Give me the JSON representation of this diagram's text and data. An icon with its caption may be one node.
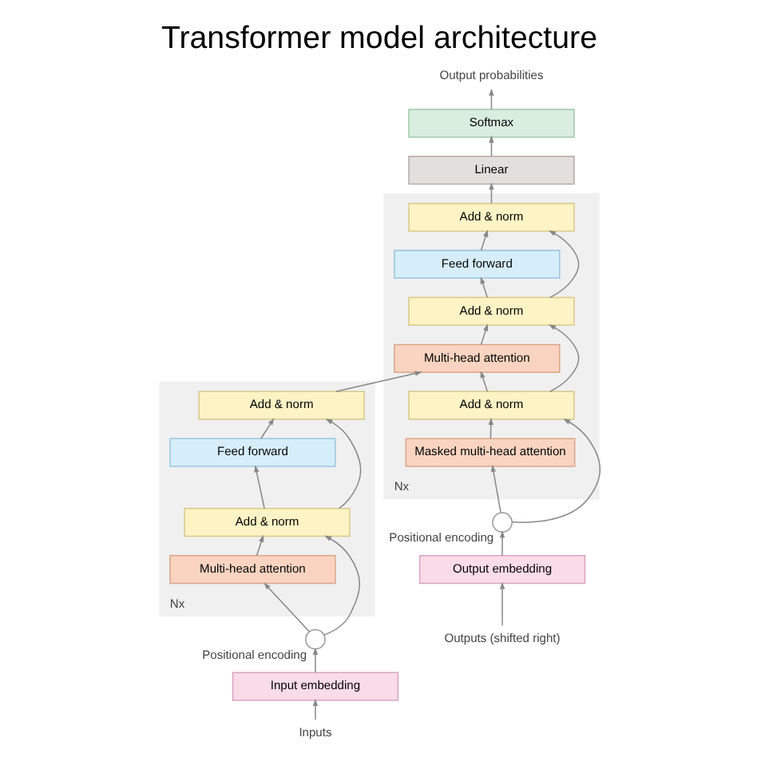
{
  "diagram": {
    "title": "Transformer model architecture",
    "nodes": [
      {
        "text": [
          "Inputs"
        ]
      },
      {
        "text": [
          "Input embedding"
        ]
      },
      {
        "text": [],
        "shape": "circle",
        "beside": [
          "Positional encoding"
        ]
      },
      {
        "text": [
          "Nx"
        ]
      },
      {
        "text": [
          "Multi-head attention"
        ],
        "in": 3
      },
      {
        "text": [
          "Add & norm"
        ],
        "in": 3
      },
      {
        "text": [
          "Feed forward"
        ],
        "in": 3
      },
      {
        "text": [
          "Add & norm"
        ],
        "in": 3
      },
      {
        "text": [
          "Outputs (shifted right)"
        ]
      },
      {
        "text": [
          "Output embedding"
        ]
      },
      {
        "text": [],
        "shape": "circle",
        "beside": [
          "Positional encoding"
        ]
      },
      {
        "text": [
          "Nx"
        ]
      },
      {
        "text": [
          "Masked multi-head attention"
        ],
        "in": 11
      },
      {
        "text": [
          "Add & norm"
        ],
        "in": 11
      },
      {
        "text": [
          "Multi-head attention"
        ],
        "in": 11
      },
      {
        "text": [
          "Add & norm"
        ],
        "in": 11
      },
      {
        "text": [
          "Feed forward"
        ],
        "in": 11
      },
      {
        "text": [
          "Add & norm"
        ],
        "in": 11
      },
      {
        "text": [
          "Linear"
        ]
      },
      {
        "text": [
          "Softmax"
        ]
      },
      {
        "text": [
          "Output probabilities"
        ]
      }
    ],
    "edges": [
      {
        "from": 0,
        "to": 1,
        "arrow": "to"
      },
      {
        "from": 1,
        "to": 2,
        "arrow": "to"
      },
      {
        "from": 2,
        "to": 4,
        "arrow": "to"
      },
      {
        "from": 2,
        "to": 5,
        "arrow": "to"
      },
      {
        "from": 4,
        "to": 5,
        "arrow": "to"
      },
      {
        "from": 5,
        "to": 6,
        "arrow": "to"
      },
      {
        "from": 5,
        "to": 7,
        "arrow": "to"
      },
      {
        "from": 6,
        "to": 7,
        "arrow": "to"
      },
      {
        "from": 7,
        "to": 14,
        "arrow": "to"
      },
      {
        "from": 8,
        "to": 9,
        "arrow": "to"
      },
      {
        "from": 9,
        "to": 10,
        "arrow": "to"
      },
      {
        "from": 10,
        "to": 12,
        "arrow": "to"
      },
      {
        "from": 10,
        "to": 13,
        "arrow": "to"
      },
      {
        "from": 12,
        "to": 13,
        "arrow": "to"
      },
      {
        "from": 13,
        "to": 14,
        "arrow": "to"
      },
      {
        "from": 13,
        "to": 15,
        "arrow": "to"
      },
      {
        "from": 14,
        "to": 15,
        "arrow": "to"
      },
      {
        "from": 15,
        "to": 16,
        "arrow": "to"
      },
      {
        "from": 15,
        "to": 17,
        "arrow": "to"
      },
      {
        "from": 16,
        "to": 17,
        "arrow": "to"
      },
      {
        "from": 17,
        "to": 18,
        "arrow": "to"
      },
      {
        "from": 18,
        "to": 19,
        "arrow": "to"
      },
      {
        "from": 19,
        "to": 20,
        "arrow": "to"
      }
    ]
  }
}
